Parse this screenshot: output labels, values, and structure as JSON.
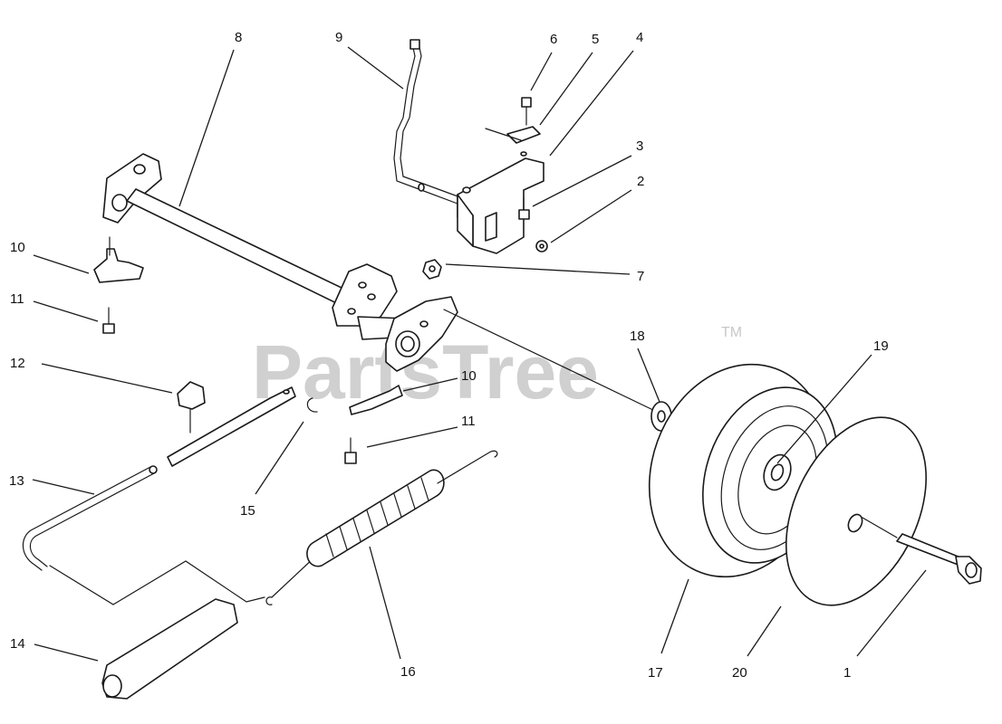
{
  "watermark": {
    "brand": "PartsTree",
    "trademark": "TM"
  },
  "callouts": [
    {
      "id": "c8",
      "label": "8"
    },
    {
      "id": "c9",
      "label": "9"
    },
    {
      "id": "c6",
      "label": "6"
    },
    {
      "id": "c5",
      "label": "5"
    },
    {
      "id": "c4",
      "label": "4"
    },
    {
      "id": "c3",
      "label": "3"
    },
    {
      "id": "c2",
      "label": "2"
    },
    {
      "id": "c7",
      "label": "7"
    },
    {
      "id": "c10a",
      "label": "10"
    },
    {
      "id": "c11a",
      "label": "11"
    },
    {
      "id": "c12",
      "label": "12"
    },
    {
      "id": "c10b",
      "label": "10"
    },
    {
      "id": "c11b",
      "label": "11"
    },
    {
      "id": "c13",
      "label": "13"
    },
    {
      "id": "c15",
      "label": "15"
    },
    {
      "id": "c14",
      "label": "14"
    },
    {
      "id": "c16",
      "label": "16"
    },
    {
      "id": "c18",
      "label": "18"
    },
    {
      "id": "c19",
      "label": "19"
    },
    {
      "id": "c17",
      "label": "17"
    },
    {
      "id": "c20",
      "label": "20"
    },
    {
      "id": "c1",
      "label": "1"
    }
  ]
}
